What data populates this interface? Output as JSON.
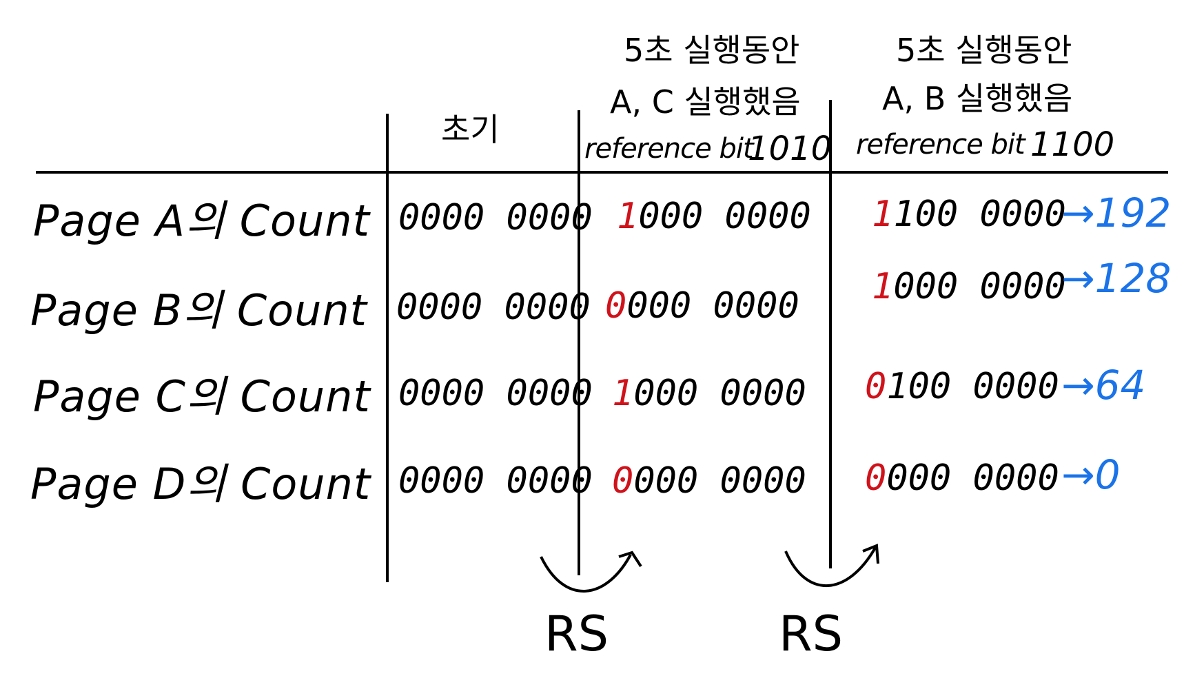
{
  "header": {
    "initial": "초기",
    "step1_line1": "5초 실행동안",
    "step1_line2": "A, C 실행했음",
    "step2_line1": "5초 실행동안",
    "step2_line2": "A, B 실행했음",
    "ref_label": "reference bit",
    "ref_bits_1": "1010",
    "ref_bits_2": "1100"
  },
  "rows": [
    {
      "label": "Page  A의  Count",
      "initial": "0000 0000",
      "step1_first": "1",
      "step1_rest": "000 0000",
      "step2_first": "1",
      "step2_rest": "100 0000",
      "decimal": "192"
    },
    {
      "label": "Page  B의  Count",
      "initial": "0000 0000",
      "step1_first": "0",
      "step1_rest": "000 0000",
      "step2_first": "1",
      "step2_rest": "000 0000",
      "decimal": "128"
    },
    {
      "label": "Page  C의  Count",
      "initial": "0000 0000",
      "step1_first": "1",
      "step1_rest": "000 0000",
      "step2_first": "0",
      "step2_rest": "100 0000",
      "decimal": "64"
    },
    {
      "label": "Page  D의  Count",
      "initial": "0000 0000",
      "step1_first": "0",
      "step1_rest": "000 0000",
      "step2_first": "0",
      "step2_rest": "000 0000",
      "decimal": "0"
    }
  ],
  "arrow_symbol": "→",
  "shift_label": "RS",
  "colors": {
    "ink": "#000000",
    "new_bit": "#d0121b",
    "decimal": "#1a73e8"
  }
}
